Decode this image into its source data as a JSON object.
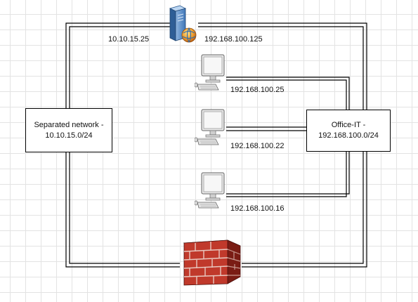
{
  "nodes": {
    "server": {
      "ip_left": "10.10.15.25",
      "ip_right": "192.168.100.125",
      "icon": "server-globe-icon"
    },
    "pc1": {
      "ip": "192.168.100.25",
      "icon": "desktop-computer-icon"
    },
    "pc2": {
      "ip": "192.168.100.22",
      "icon": "desktop-computer-icon"
    },
    "pc3": {
      "ip": "192.168.100.16",
      "icon": "desktop-computer-icon"
    },
    "firewall": {
      "icon": "firewall-brick-icon"
    }
  },
  "networks": {
    "separated": {
      "line1": "Separated network -",
      "line2": "10.10.15.0/24"
    },
    "office": {
      "line1": "Office-IT -",
      "line2": "192.168.100.0/24"
    }
  },
  "colors": {
    "connector": "#000000",
    "grid": "#e3e3e3",
    "brick": "#c0392b",
    "server_blue": "#4a86c8"
  }
}
